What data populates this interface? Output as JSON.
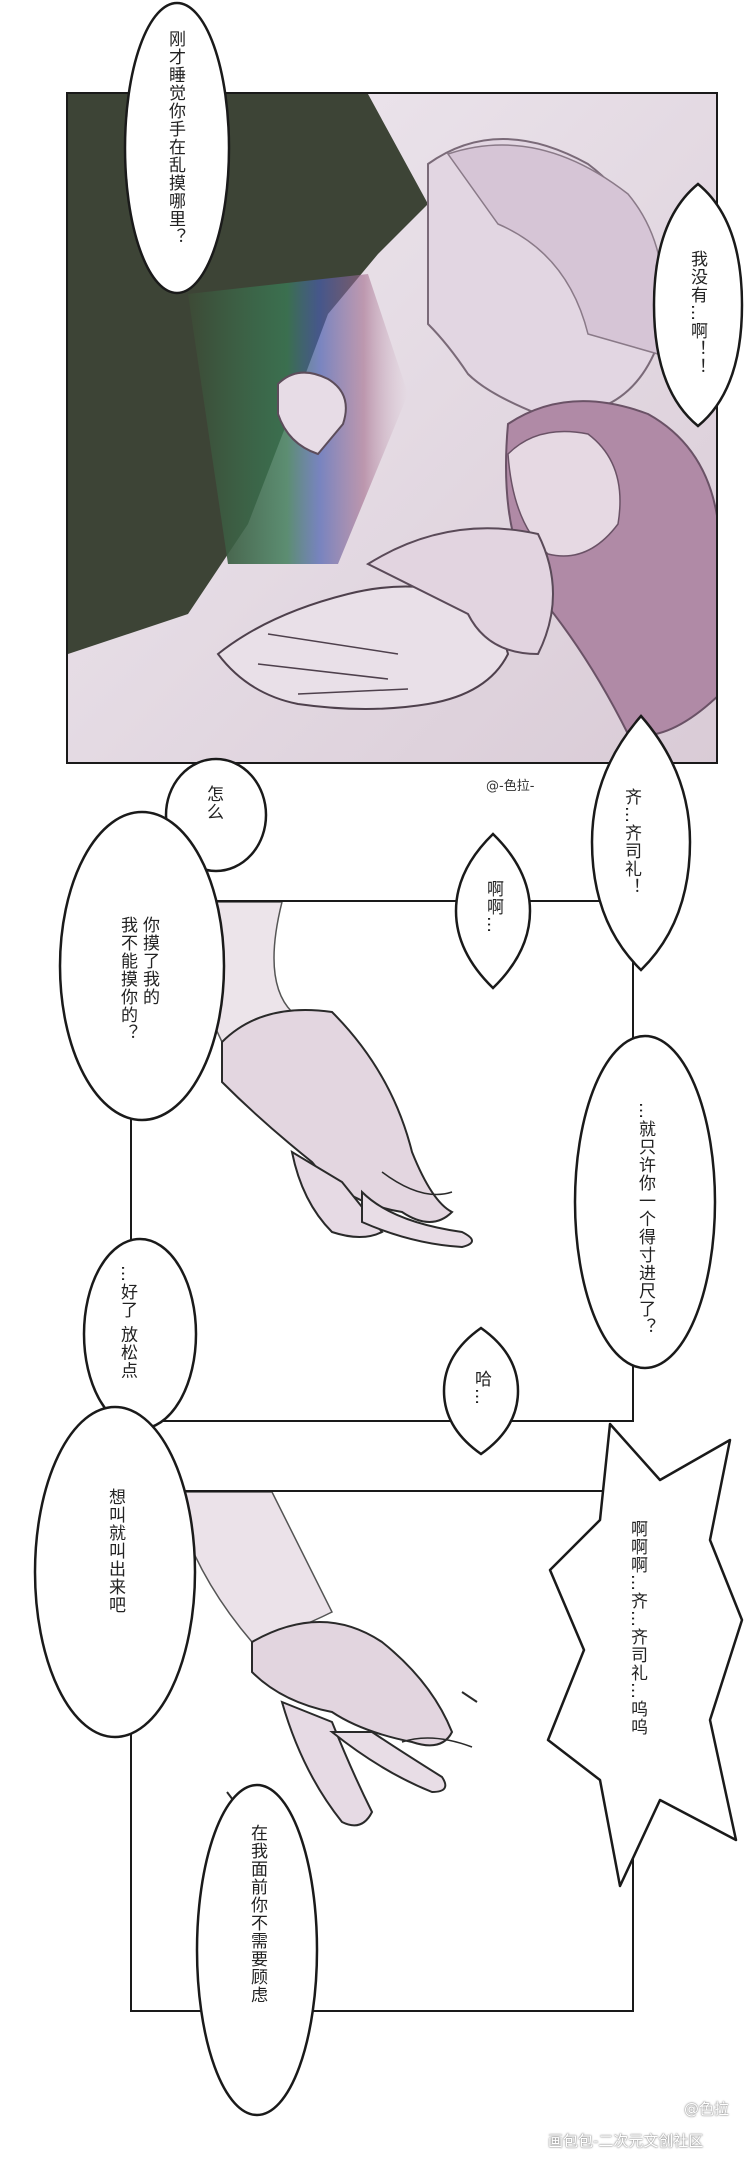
{
  "panel1": {
    "bubbles": {
      "top_left": "刚才睡觉你手在乱摸哪里？",
      "top_right": "我没有…啊！！"
    },
    "credit": "@-色拉-"
  },
  "panel2": {
    "bubbles": {
      "zenme": "怎么",
      "qi": "齐…齐司礼！",
      "aa": "啊啊…",
      "nimo": "你摸了我的\n我不能摸你的？",
      "jiu": "…就只许你一个得寸进尺了？",
      "haole": "…好了 放松点",
      "ha": "哈…"
    }
  },
  "panel3": {
    "bubbles": {
      "xiangjiao": "想叫就叫出来吧",
      "aaa": "啊啊啊…齐…齐司礼…呜呜",
      "zaiwo": "在我面前你不需要顾虑"
    }
  },
  "watermark": {
    "author": "@色拉",
    "site": "画包包-二次元文创社区"
  }
}
